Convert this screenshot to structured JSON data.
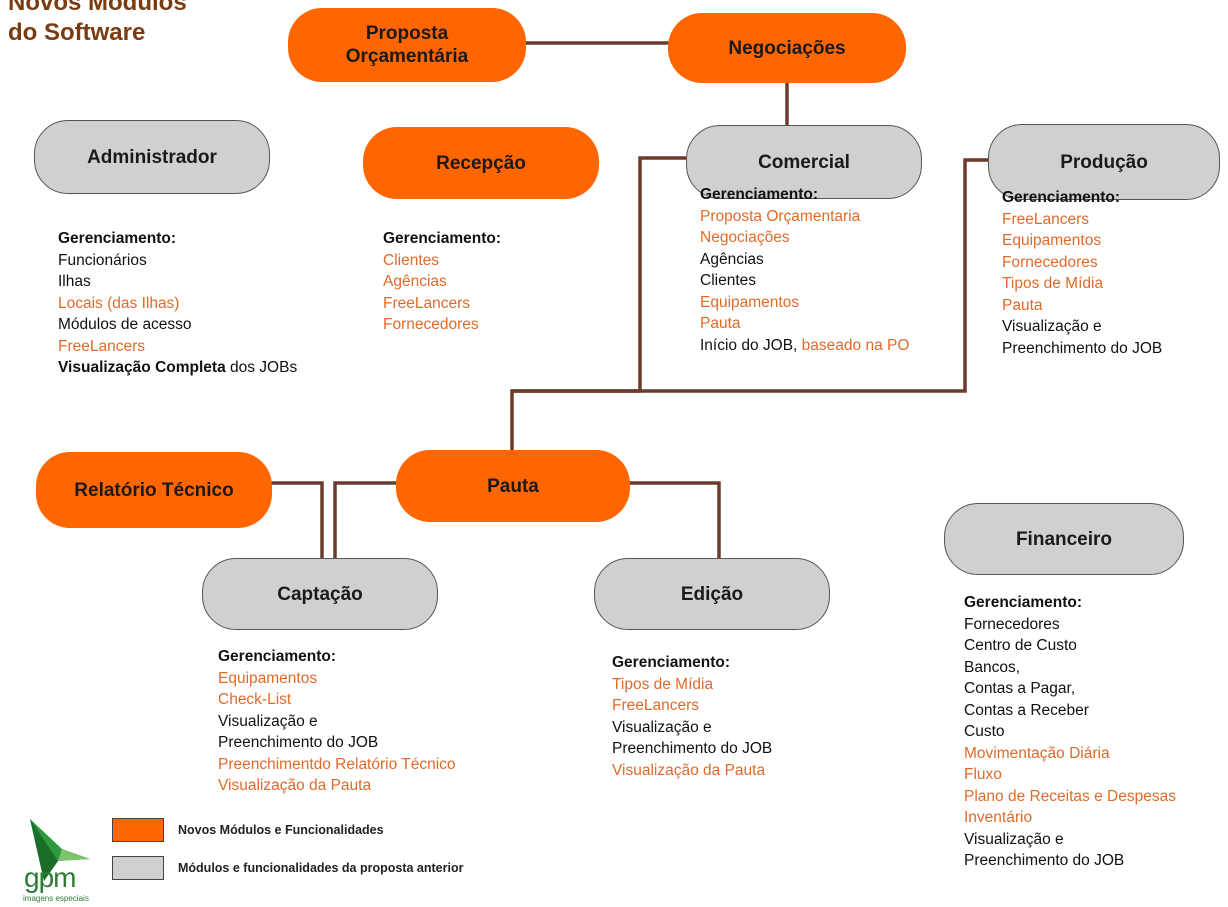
{
  "title": {
    "line1": "Novos Módulos",
    "line2": "do Software"
  },
  "colors": {
    "new": "#ff6600",
    "old": "#d0d0d0",
    "accent_text": "#e06a2a",
    "title": "#7a3b10",
    "line": "#6b3a2a"
  },
  "nodes": {
    "proposta": {
      "label": "Proposta\nOrçamentária"
    },
    "negociacoes": {
      "label": "Negociações"
    },
    "administrador": {
      "label": "Administrador"
    },
    "recepcao": {
      "label": "Recepção"
    },
    "comercial": {
      "label": "Comercial"
    },
    "producao": {
      "label": "Produção"
    },
    "relatorio": {
      "label": "Relatório Técnico"
    },
    "pauta": {
      "label": "Pauta"
    },
    "captacao": {
      "label": "Captação"
    },
    "edicao": {
      "label": "Edição"
    },
    "financeiro": {
      "label": "Financeiro"
    }
  },
  "features": {
    "administrador": {
      "heading": "Gerenciamento:",
      "items": [
        {
          "text": "Funcionários",
          "style": "b"
        },
        {
          "text": "Ilhas",
          "style": "b"
        },
        {
          "text": "Locais (das Ilhas)",
          "style": "o"
        },
        {
          "text": "Módulos de acesso",
          "style": "b"
        },
        {
          "text": "FreeLancers",
          "style": "o"
        }
      ],
      "last_bold": "Visualização Completa",
      "last_rest": " dos JOBs"
    },
    "recepcao": {
      "heading": "Gerenciamento:",
      "items": [
        {
          "text": "Clientes",
          "style": "o"
        },
        {
          "text": "Agências",
          "style": "o"
        },
        {
          "text": "FreeLancers",
          "style": "o"
        },
        {
          "text": "Fornecedores",
          "style": "o"
        }
      ]
    },
    "comercial": {
      "heading": "Gerenciamento:",
      "items": [
        {
          "text": "Proposta Orçamentaria",
          "style": "o"
        },
        {
          "text": "Negociações",
          "style": "o"
        },
        {
          "text": "Agências",
          "style": "b"
        },
        {
          "text": "Clientes",
          "style": "b"
        },
        {
          "text": "Equipamentos",
          "style": "o"
        },
        {
          "text": "Pauta",
          "style": "o"
        }
      ],
      "last_black": "Início do JOB, ",
      "last_orange": "baseado na PO"
    },
    "producao": {
      "heading": "Gerenciamento:",
      "items": [
        {
          "text": "FreeLancers",
          "style": "o"
        },
        {
          "text": "Equipamentos",
          "style": "o"
        },
        {
          "text": "Fornecedores",
          "style": "o"
        },
        {
          "text": "Tipos de Mídia",
          "style": "o"
        },
        {
          "text": "Pauta",
          "style": "o"
        },
        {
          "text": "Visualização e",
          "style": "b"
        },
        {
          "text": "Preenchimento do JOB",
          "style": "b"
        }
      ]
    },
    "captacao": {
      "heading": "Gerenciamento:",
      "items": [
        {
          "text": "Equipamentos",
          "style": "o"
        },
        {
          "text": "Check-List",
          "style": "o"
        },
        {
          "text": "Visualização e",
          "style": "b"
        },
        {
          "text": "Preenchimento do JOB",
          "style": "b"
        },
        {
          "text": "Preenchimentdo Relatório Técnico",
          "style": "o"
        },
        {
          "text": "Visualização da Pauta",
          "style": "o"
        }
      ]
    },
    "edicao": {
      "heading": "Gerenciamento:",
      "items": [
        {
          "text": "Tipos de Mídia",
          "style": "o"
        },
        {
          "text": "FreeLancers",
          "style": "o"
        },
        {
          "text": "Visualização e",
          "style": "b"
        },
        {
          "text": "Preenchimento do JOB",
          "style": "b"
        },
        {
          "text": "Visualização da Pauta",
          "style": "o"
        }
      ]
    },
    "financeiro": {
      "heading": "Gerenciamento:",
      "items": [
        {
          "text": "Fornecedores",
          "style": "b"
        },
        {
          "text": "Centro de Custo",
          "style": "b"
        },
        {
          "text": "Bancos,",
          "style": "b"
        },
        {
          "text": "Contas a Pagar,",
          "style": "b"
        },
        {
          "text": "Contas a Receber",
          "style": "b"
        },
        {
          "text": "Custo",
          "style": "b"
        },
        {
          "text": "Movimentação Diária",
          "style": "o"
        },
        {
          "text": "Fluxo",
          "style": "o"
        },
        {
          "text": "Plano de Receitas e Despesas",
          "style": "o"
        },
        {
          "text": "Inventário",
          "style": "o"
        },
        {
          "text": "Visualização e",
          "style": "b"
        },
        {
          "text": "Preenchimento do JOB",
          "style": "b"
        }
      ]
    }
  },
  "legend": {
    "new_label": "Novos Módulos e Funcionalidades",
    "old_label": "Módulos e funcionalidades da proposta anterior"
  },
  "logo": {
    "name": "gpm",
    "tagline": "imagens especiais"
  }
}
